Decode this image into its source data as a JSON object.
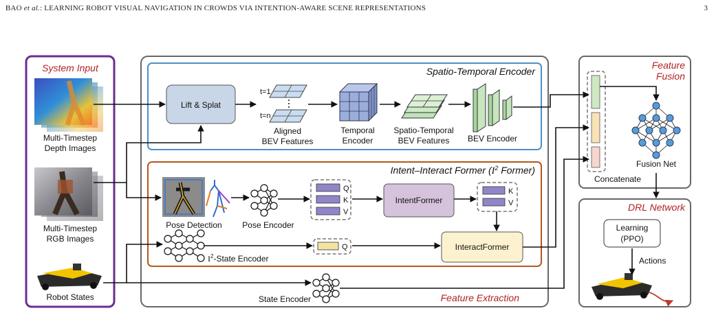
{
  "header": {
    "authors": "BAO",
    "etal": "et al.",
    "title": ": LEARNING ROBOT VISUAL NAVIGATION IN CROWDS VIA INTENTION-AWARE SCENE REPRESENTATIONS",
    "page_number": "3"
  },
  "colors": {
    "system_input_border": "#6a2c91",
    "spatio_temporal_border": "#4a90c8",
    "intent_border": "#b5561e",
    "section_title": "#b22222",
    "lift_splat_fill": "#c9d6e8",
    "intentformer_fill": "#d5c3dc",
    "interactformer_fill": "#fdf2cf"
  },
  "system_input": {
    "title": "System Input",
    "depth_label_1": "Multi-Timestep",
    "depth_label_2": "Depth Images",
    "rgb_label_1": "Multi-Timestep",
    "rgb_label_2": "RGB Images",
    "robot_label": "Robot States"
  },
  "spatio_temporal": {
    "title": "Spatio-Temporal Encoder",
    "lift_splat": "Lift & Splat",
    "t1": "t=1",
    "tn": "t=n",
    "aligned_1": "Aligned",
    "aligned_2": "BEV Features",
    "temporal_1": "Temporal",
    "temporal_2": "Encoder",
    "st_bev_1": "Spatio-Temporal",
    "st_bev_2": "BEV Features",
    "bev_encoder": "BEV Encoder"
  },
  "intent": {
    "title_prefix": "Intent–Interact Former (",
    "title_i": "I",
    "title_sup": "2",
    "title_suffix": " Former)",
    "pose_detection": "Pose Detection",
    "pose_encoder": "Pose Encoder",
    "q": "Q",
    "k": "K",
    "v": "V",
    "intentformer": "IntentFormer",
    "interactformer": "InteractFormer",
    "state_encoder_i": "I",
    "state_encoder_sup": "2",
    "state_encoder_suffix": "-State Encoder"
  },
  "feature_extraction": {
    "title": "Feature Extraction",
    "state_encoder": "State Encoder"
  },
  "feature_fusion": {
    "title_1": "Feature",
    "title_2": "Fusion",
    "concatenate": "Concatenate",
    "fusion_net": "Fusion Net"
  },
  "drl": {
    "title": "DRL Network",
    "learning_1": "Learning",
    "learning_2": "(PPO)",
    "actions": "Actions"
  }
}
